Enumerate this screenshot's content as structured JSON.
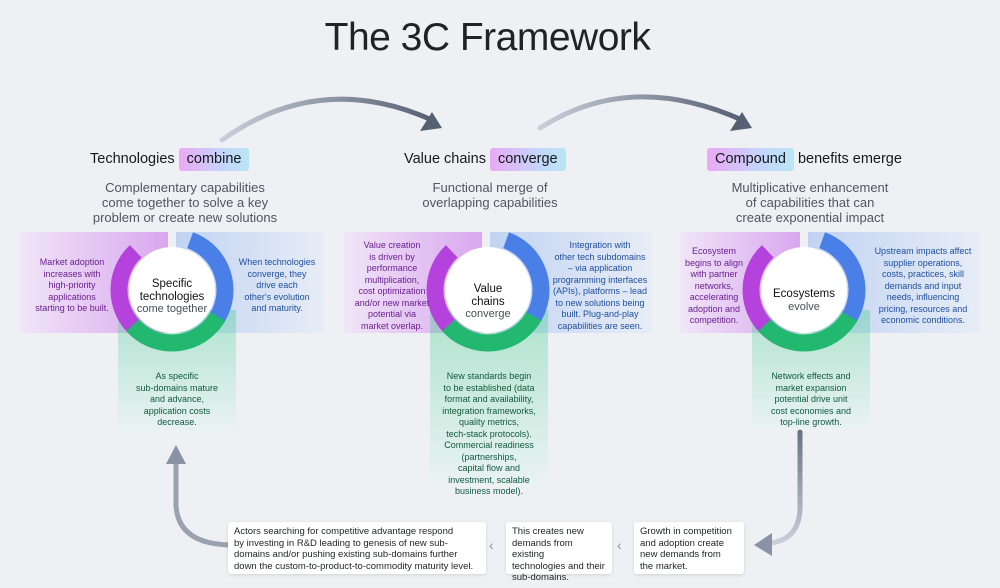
{
  "title": "The 3C Framework",
  "columns": [
    {
      "heading_pre": "Technologies",
      "heading_hl": "combine",
      "heading_post": "",
      "subtitle_lines": [
        "Complementary capabilities",
        "come together to solve a key",
        "problem or create new solutions"
      ],
      "center_title_lines": [
        "Specific",
        "technologies"
      ],
      "center_sub": "come together",
      "left_lines": [
        "Market adoption",
        "increases with",
        "high-priority",
        "applications",
        "starting to be built."
      ],
      "right_lines": [
        "When technologies",
        "converge, they",
        "drive each",
        "other's evolution",
        "and maturity."
      ],
      "bottom_lines": [
        "As specific",
        "sub-domains mature",
        "and advance,",
        "application costs",
        "decrease."
      ]
    },
    {
      "heading_pre": "Value chains",
      "heading_hl": "converge",
      "heading_post": "",
      "subtitle_lines": [
        "Functional merge of",
        "overlapping capabilities"
      ],
      "center_title_lines": [
        "Value",
        "chains"
      ],
      "center_sub": "converge",
      "left_lines": [
        "Value creation",
        "is driven by",
        "performance",
        "multiplication,",
        "cost optimization",
        "and/or new market",
        "potential via",
        "market overlap."
      ],
      "right_lines": [
        "Integration with",
        "other tech subdomains",
        "– via application",
        "programming interfaces",
        "(APIs), platforms – lead",
        "to new solutions being",
        "built. Plug-and-play",
        "capabilities are seen."
      ],
      "bottom_lines": [
        "New standards begin",
        "to be established (data",
        "format and availability,",
        "integration frameworks,",
        "quality metrics,",
        "tech-stack protocols).",
        "Commercial readiness",
        "(partnerships,",
        "capital flow and",
        "investment, scalable",
        "business model)."
      ]
    },
    {
      "heading_pre": "",
      "heading_hl": "Compound",
      "heading_post": "benefits emerge",
      "subtitle_lines": [
        "Multiplicative enhancement",
        "of capabilities that can",
        "create exponential impact"
      ],
      "center_title_lines": [
        "Ecosystems"
      ],
      "center_sub": "evolve",
      "left_lines": [
        "Ecosystem",
        "begins to align",
        "with partner",
        "networks,",
        "accelerating",
        "adoption and",
        "competition."
      ],
      "right_lines": [
        "Upstream impacts affect",
        "supplier operations,",
        "costs, practices, skill",
        "demands and input",
        "needs, influencing",
        "pricing, resources and",
        "economic conditions."
      ],
      "bottom_lines": [
        "Network effects and",
        "market expansion",
        "potential drive unit",
        "cost economies and",
        "top-line growth."
      ]
    }
  ],
  "bottom_boxes": [
    {
      "lines": [
        "Actors searching for competitive advantage respond",
        "by investing in R&D leading to genesis of new sub-",
        "domains and/or pushing existing sub-domains further",
        "down the custom-to-product-to-commodity maturity level."
      ]
    },
    {
      "lines": [
        "This creates new",
        "demands from existing",
        "technologies and their",
        "sub-domains."
      ]
    },
    {
      "lines": [
        "Growth in competition",
        "and adoption create",
        "new demands from",
        "the market."
      ]
    }
  ],
  "colors": {
    "purple": "#b040d8",
    "blue": "#4a7fe8",
    "green": "#22b870",
    "background": "#eef0f4"
  }
}
